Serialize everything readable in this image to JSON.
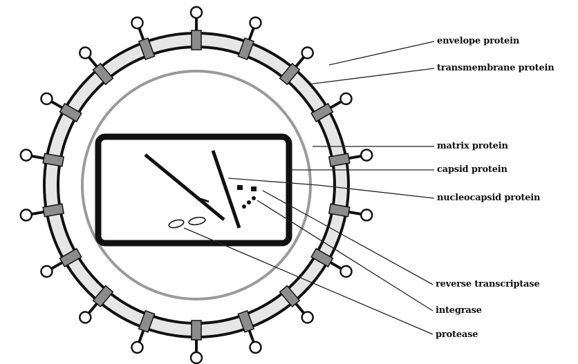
{
  "labels": {
    "envelope_protein": "envelope protein",
    "transmembrane_protein": "transmembrane protein",
    "matrix_protein": "matrix protein",
    "capsid_protein": "capsid protein",
    "nucleocapsid_protein": "nucleocapsid protein",
    "reverse_transcriptase": "reverse transcriptase",
    "integrase": "integrase",
    "protease": "protease"
  },
  "colors": {
    "outline": "#111111",
    "membrane_fill": "#e6e6e6",
    "matrix_ring": "#9a9a9a",
    "transmembrane_block": "#8c8c8c",
    "background": "#ffffff"
  },
  "icons": {
    "spike": "envelope-spike-icon"
  }
}
